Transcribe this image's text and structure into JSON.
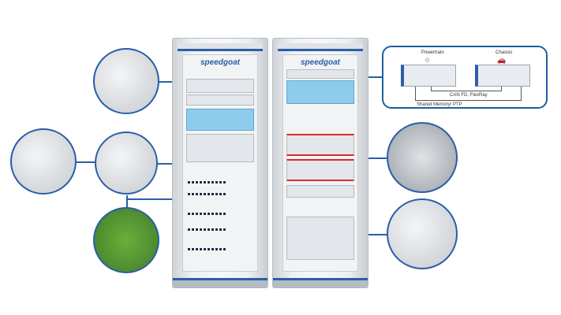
{
  "racks": [
    {
      "logo": "speedgoat"
    },
    {
      "logo": "speedgoat"
    }
  ],
  "network_box": {
    "nodes": [
      {
        "label": "Powertrain",
        "icon": "engine-icon"
      },
      {
        "label": "Chassis",
        "icon": "car-icon"
      }
    ],
    "links": [
      "CAN FD, FlexRay",
      "Shared Memory/ PTP"
    ]
  },
  "colors": {
    "accent": "#2a5ea8",
    "frame": "#1d5f9e"
  }
}
